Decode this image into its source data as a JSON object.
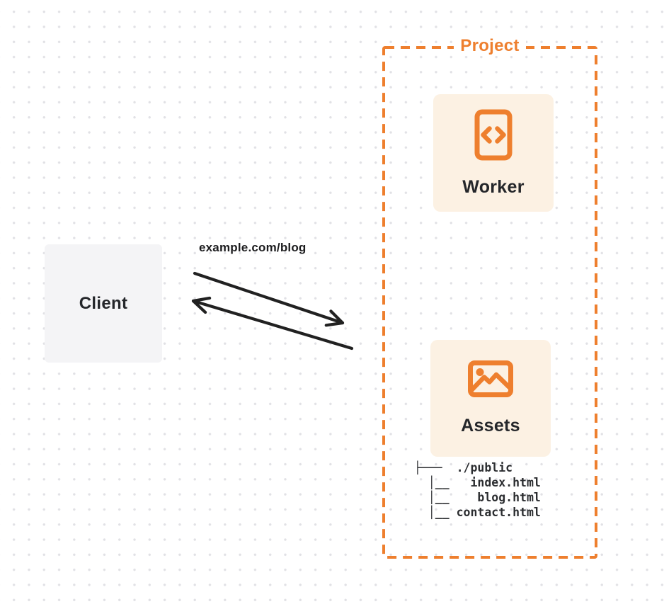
{
  "colors": {
    "accent": "#EE7F2E",
    "card_bg": "#FCF1E3",
    "client_bg": "#F4F4F6",
    "text_dark": "#24262A",
    "arrow": "#212121",
    "dot": "#E1E1E5"
  },
  "client": {
    "label": "Client"
  },
  "request": {
    "label": "example.com/blog"
  },
  "project": {
    "label": "Project",
    "worker": {
      "label": "Worker",
      "icon": "code-document-icon"
    },
    "assets": {
      "label": "Assets",
      "icon": "image-icon",
      "file_tree": [
        "├───  ./public",
        "  │__   index.html",
        "  │__    blog.html",
        "  │__ contact.html"
      ]
    }
  }
}
